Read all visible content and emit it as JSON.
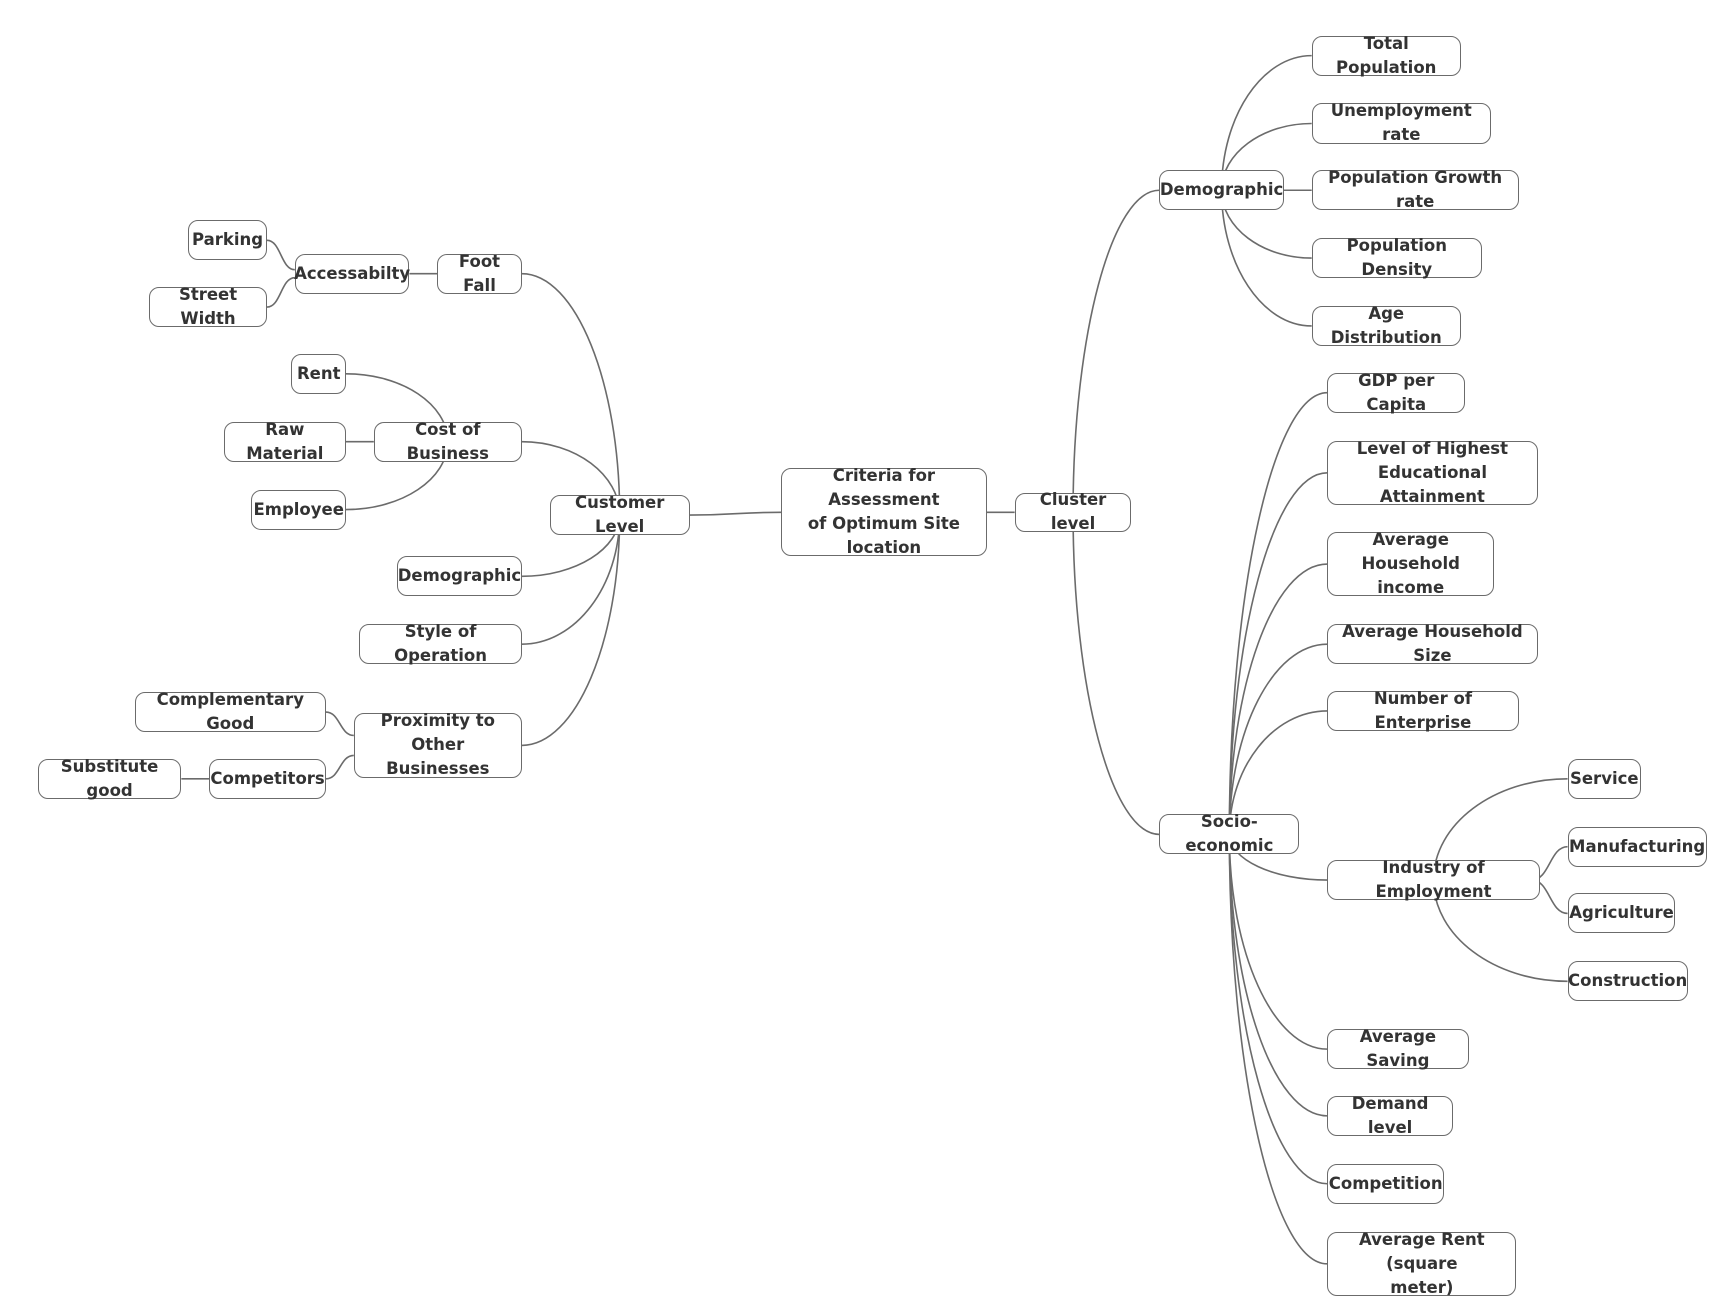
{
  "colors": {
    "background": "#ffffff",
    "node_border": "#6b6b6b",
    "connector": "#6b6b6b",
    "text": "#333333"
  },
  "mindmap": {
    "root": "Criteria for Assessment of Optimum Site location",
    "customer_level": {
      "label": "Customer Level",
      "foot_fall": {
        "label": "Foot Fall",
        "accessability": {
          "label": "Accessabilty",
          "parking": "Parking",
          "street_width": "Street Width"
        }
      },
      "cost_of_business": {
        "label": "Cost of Business",
        "rent": "Rent",
        "raw_material": "Raw Material",
        "employee": "Employee"
      },
      "demographic": "Demographic",
      "style_of_operation": "Style of Operation",
      "proximity": {
        "label": "Proximity to Other Businesses",
        "complementary_good": "Complementary Good",
        "competitors": {
          "label": "Competitors",
          "substitute_good": "Substitute good"
        }
      }
    },
    "cluster_level": {
      "label": "Cluster level",
      "demographic": {
        "label": "Demographic",
        "total_population": "Total Population",
        "unemployment_rate": "Unemployment rate",
        "population_growth_rate": "Population Growth rate",
        "population_density": "Population Density",
        "age_distribution": "Age Distribution"
      },
      "socio_economic": {
        "label": "Socio-economic",
        "gdp_per_capita": "GDP per Capita",
        "educational_attainment": "Level of Highest Educational Attainment",
        "household_income": "Average Household income",
        "household_size": "Average Household Size",
        "number_of_enterprise": "Number of Enterprise",
        "industry_of_employment": {
          "label": "Industry of Employment",
          "service": "Service",
          "manufacturing": "Manufacturing",
          "agriculture": "Agriculture",
          "construction": "Construction"
        },
        "average_saving": "Average Saving",
        "demand_level": "Demand level",
        "competition": "Competition",
        "average_rent": "Average Rent (square meter)"
      }
    }
  }
}
